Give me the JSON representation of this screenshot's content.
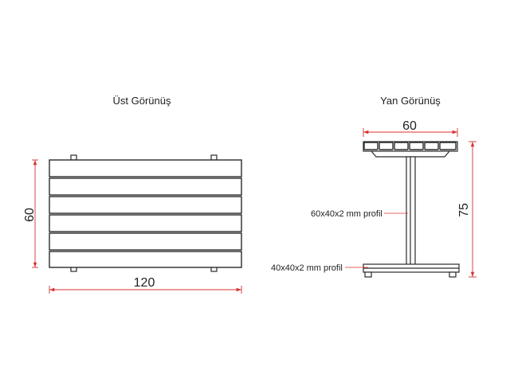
{
  "top_view": {
    "title": "Üst Görünüş",
    "width_label": "120",
    "depth_label": "60",
    "slat_count": 6
  },
  "side_view": {
    "title": "Yan Görünüş",
    "depth_label": "60",
    "height_label": "75",
    "column_callout": "60x40x2 mm profil",
    "base_callout": "40x40x2 mm profil",
    "top_slat_count": 6
  },
  "colors": {
    "line": "#2a2a2a",
    "dimension": "#d6322f",
    "background": "#ffffff"
  }
}
